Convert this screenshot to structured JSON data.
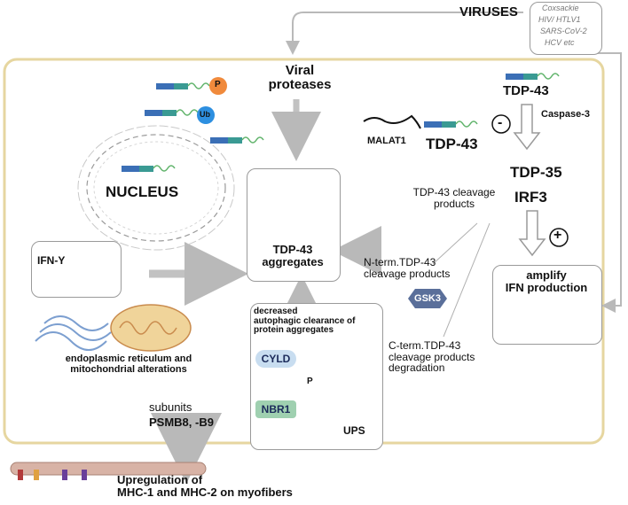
{
  "viruses": {
    "label": "VIRUSES",
    "list": [
      "Coxsackie",
      "HIV/ HTLV1",
      "SARS-CoV-2",
      "HCV etc"
    ]
  },
  "viral_proteases": {
    "line1": "Viral",
    "line2": "proteases"
  },
  "tdp43_top": "TDP-43",
  "caspase3": "Caspase-3",
  "malat1": "MALAT1",
  "tdp43_mid": "TDP-43",
  "tdp35": "TDP-35",
  "irf3": "IRF3",
  "cleavage_products": {
    "line1": "TDP-43 cleavage",
    "line2": "products"
  },
  "nucleus": "NUCLEUS",
  "ifn_gamma": "IFN-Y",
  "aggregates": {
    "line1": "TDP-43",
    "line2": "aggregates"
  },
  "nterm": {
    "line1": "N-term.TDP-43",
    "line2": "cleavage products"
  },
  "gsk3": "GSK3",
  "amplify": {
    "line1": "amplify",
    "line2": "IFN production"
  },
  "cterm": {
    "line1": "C-term.TDP-43",
    "line2": "cleavage products",
    "line3": "degradation"
  },
  "autophagy": {
    "line1": "decreased",
    "line2": "autophagic clearance of",
    "line3": "protein aggregates"
  },
  "cyld": "CYLD",
  "nbr1": "NBR1",
  "ups": "UPS",
  "phospho": "P",
  "ubiquitin": "Ub",
  "inhibit_sign": "-",
  "promote_sign": "+",
  "er_mito": {
    "line1": "endoplasmic reticulum and",
    "line2": "mitochondrial alterations"
  },
  "subunits": {
    "line1": "subunits",
    "line2": "PSMB8, -B9"
  },
  "upregulation": {
    "line1": "Upregulation of",
    "line2": "MHC-1 and MHC-2 on myofibers"
  },
  "colors": {
    "frame": "#e6d6a0",
    "arrow": "#b9b9b9",
    "tdp_blue": "#3b6fb6",
    "tdp_teal": "#3a9a93",
    "tdp_green": "#5fb36a",
    "phospho_orange": "#f08a3c",
    "ub_blue": "#2d8fe0",
    "dots": "#3b1d6e",
    "cyld_fill": "#c8ddf0",
    "nbr1_fill": "#9fd0b0",
    "gsk3_fill": "#5a6f9a",
    "aggregate": "#3f6f78"
  }
}
